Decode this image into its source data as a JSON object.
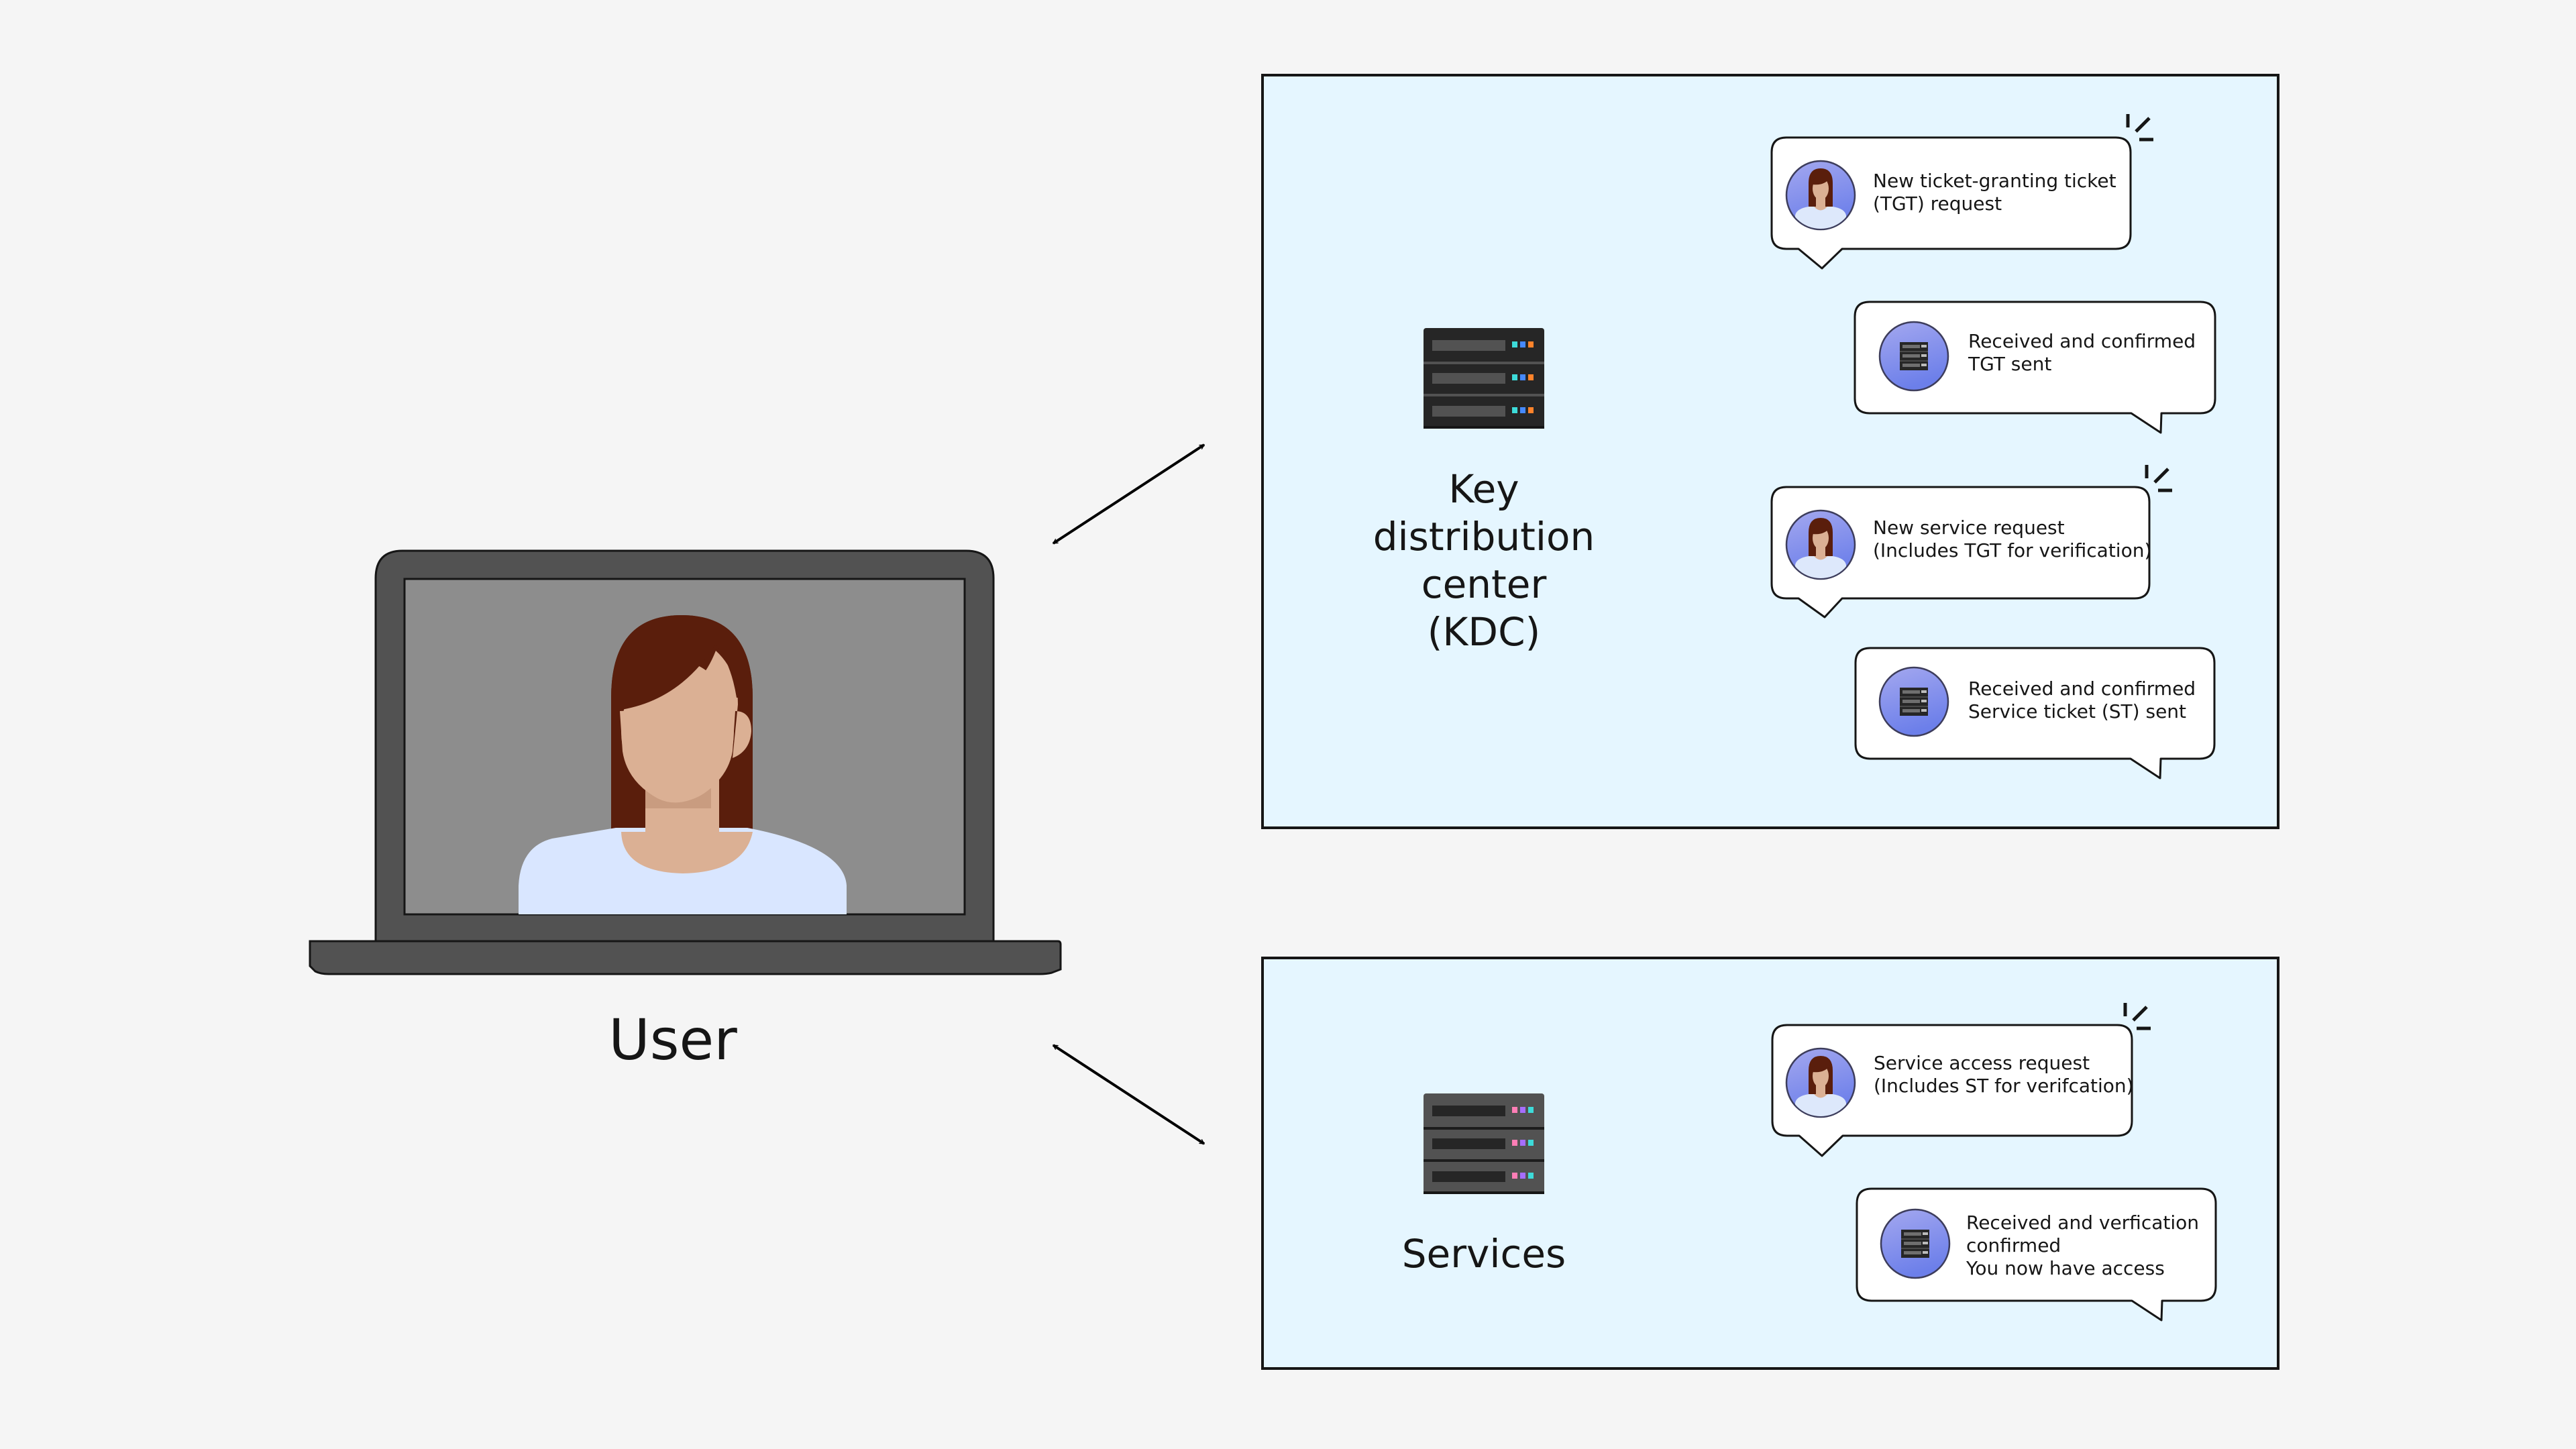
{
  "user": {
    "label": "User",
    "icon": "laptop-with-user-avatar"
  },
  "kdc": {
    "label_lines": [
      "Key",
      "distribution",
      "center",
      "(KDC)"
    ],
    "icon": "server-rack-icon",
    "led_colors": [
      "#3ddbd9",
      "#4589ff",
      "#ff832b"
    ],
    "messages": [
      {
        "sender": "user",
        "icon": "user-avatar-icon",
        "lines": [
          "New ticket-granting ticket",
          "(TGT) request"
        ],
        "new_indicator": true
      },
      {
        "sender": "server",
        "icon": "server-avatar-icon",
        "lines": [
          "Received and confirmed",
          "TGT sent"
        ],
        "new_indicator": false
      },
      {
        "sender": "user",
        "icon": "user-avatar-icon",
        "lines": [
          "New service request",
          "(Includes TGT for verification)"
        ],
        "new_indicator": true
      },
      {
        "sender": "server",
        "icon": "server-avatar-icon",
        "lines": [
          "Received and confirmed",
          "Service ticket (ST) sent"
        ],
        "new_indicator": false
      }
    ]
  },
  "services": {
    "label": "Services",
    "icon": "server-rack-icon",
    "led_colors": [
      "#ff7eb6",
      "#a56eff",
      "#3ddbd9"
    ],
    "messages": [
      {
        "sender": "user",
        "icon": "user-avatar-icon",
        "lines": [
          "Service access request",
          "(Includes ST for verifcation)"
        ],
        "new_indicator": true
      },
      {
        "sender": "server",
        "icon": "server-avatar-icon",
        "lines": [
          "Received and verfication",
          "confirmed",
          "You now have access"
        ],
        "new_indicator": false
      }
    ]
  },
  "connections": [
    {
      "from": "user",
      "to": "kdc",
      "type": "bidirectional-arrow"
    },
    {
      "from": "user",
      "to": "services",
      "type": "bidirectional-arrow"
    }
  ],
  "colors": {
    "background": "#f5f5f5",
    "panel_fill": "#e5f6ff",
    "laptop_body": "#525252",
    "laptop_screen": "#8d8d8d",
    "hair": "#5a1e0c",
    "skin": "#dbb094",
    "shirt": "#d9e6ff",
    "avatar_gradient_top": "#a4a8ef",
    "avatar_gradient_bottom": "#6c7fea"
  }
}
